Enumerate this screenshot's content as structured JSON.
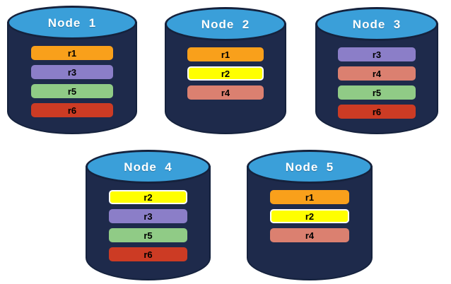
{
  "diagram": {
    "kind": "database-replica-distribution",
    "palette": {
      "cylinder_body": "#1E2A4B",
      "cylinder_top": "#3A9FD9",
      "cylinder_outline": "#15223D",
      "node_title_text": "#FFFFFF",
      "bar_text": "#000000",
      "replicas": {
        "r1": {
          "bg": "#F9A01B",
          "border": null
        },
        "r2": {
          "bg": "#FFFF00",
          "border": "#FFFFFF"
        },
        "r3": {
          "bg": "#8B7EC8",
          "border": null
        },
        "r4": {
          "bg": "#DB8070",
          "border": null
        },
        "r5": {
          "bg": "#90CB86",
          "border": null
        },
        "r6": {
          "bg": "#CC3B24",
          "border": null
        }
      }
    },
    "nodes": [
      {
        "id": "node-1",
        "label": "Node  1",
        "replicas": [
          "r1",
          "r3",
          "r5",
          "r6"
        ]
      },
      {
        "id": "node-2",
        "label": "Node  2",
        "replicas": [
          "r1",
          "r2",
          "r4"
        ]
      },
      {
        "id": "node-3",
        "label": "Node  3",
        "replicas": [
          "r3",
          "r4",
          "r5",
          "r6"
        ]
      },
      {
        "id": "node-4",
        "label": "Node  4",
        "replicas": [
          "r2",
          "r3",
          "r5",
          "r6"
        ]
      },
      {
        "id": "node-5",
        "label": "Node  5",
        "replicas": [
          "r1",
          "r2",
          "r4"
        ]
      }
    ]
  }
}
